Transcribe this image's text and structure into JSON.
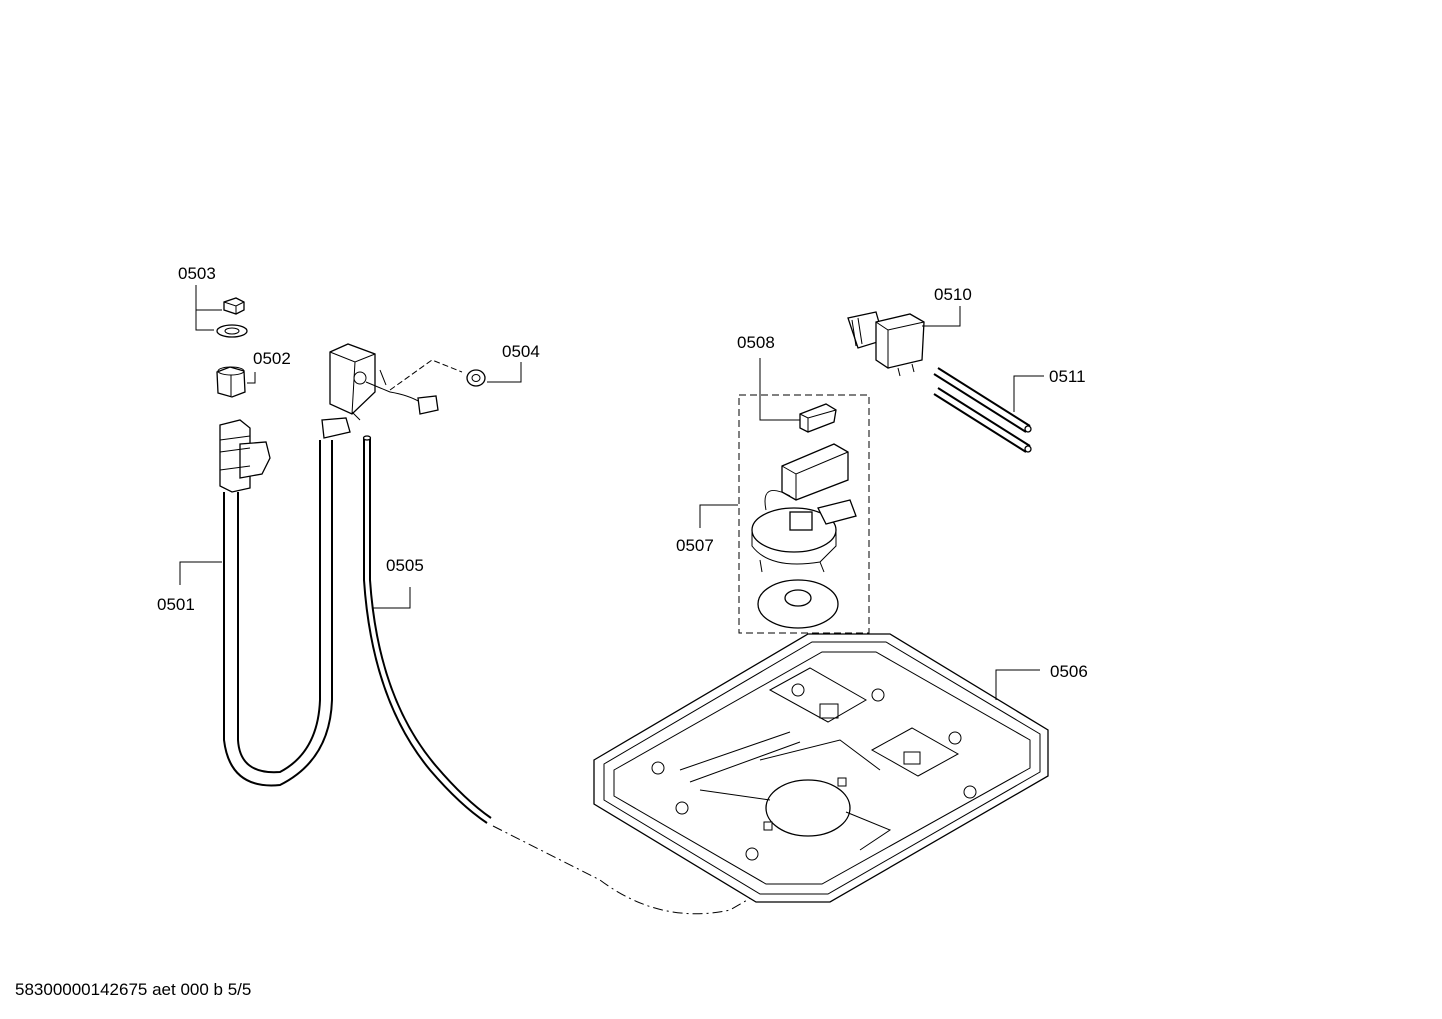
{
  "callouts": {
    "p0501": "0501",
    "p0502": "0502",
    "p0503": "0503",
    "p0504": "0504",
    "p0505": "0505",
    "p0506": "0506",
    "p0507": "0507",
    "p0508": "0508",
    "p0510": "0510",
    "p0511": "0511"
  },
  "footer": "58300000142675 aet 000 b 5/5"
}
